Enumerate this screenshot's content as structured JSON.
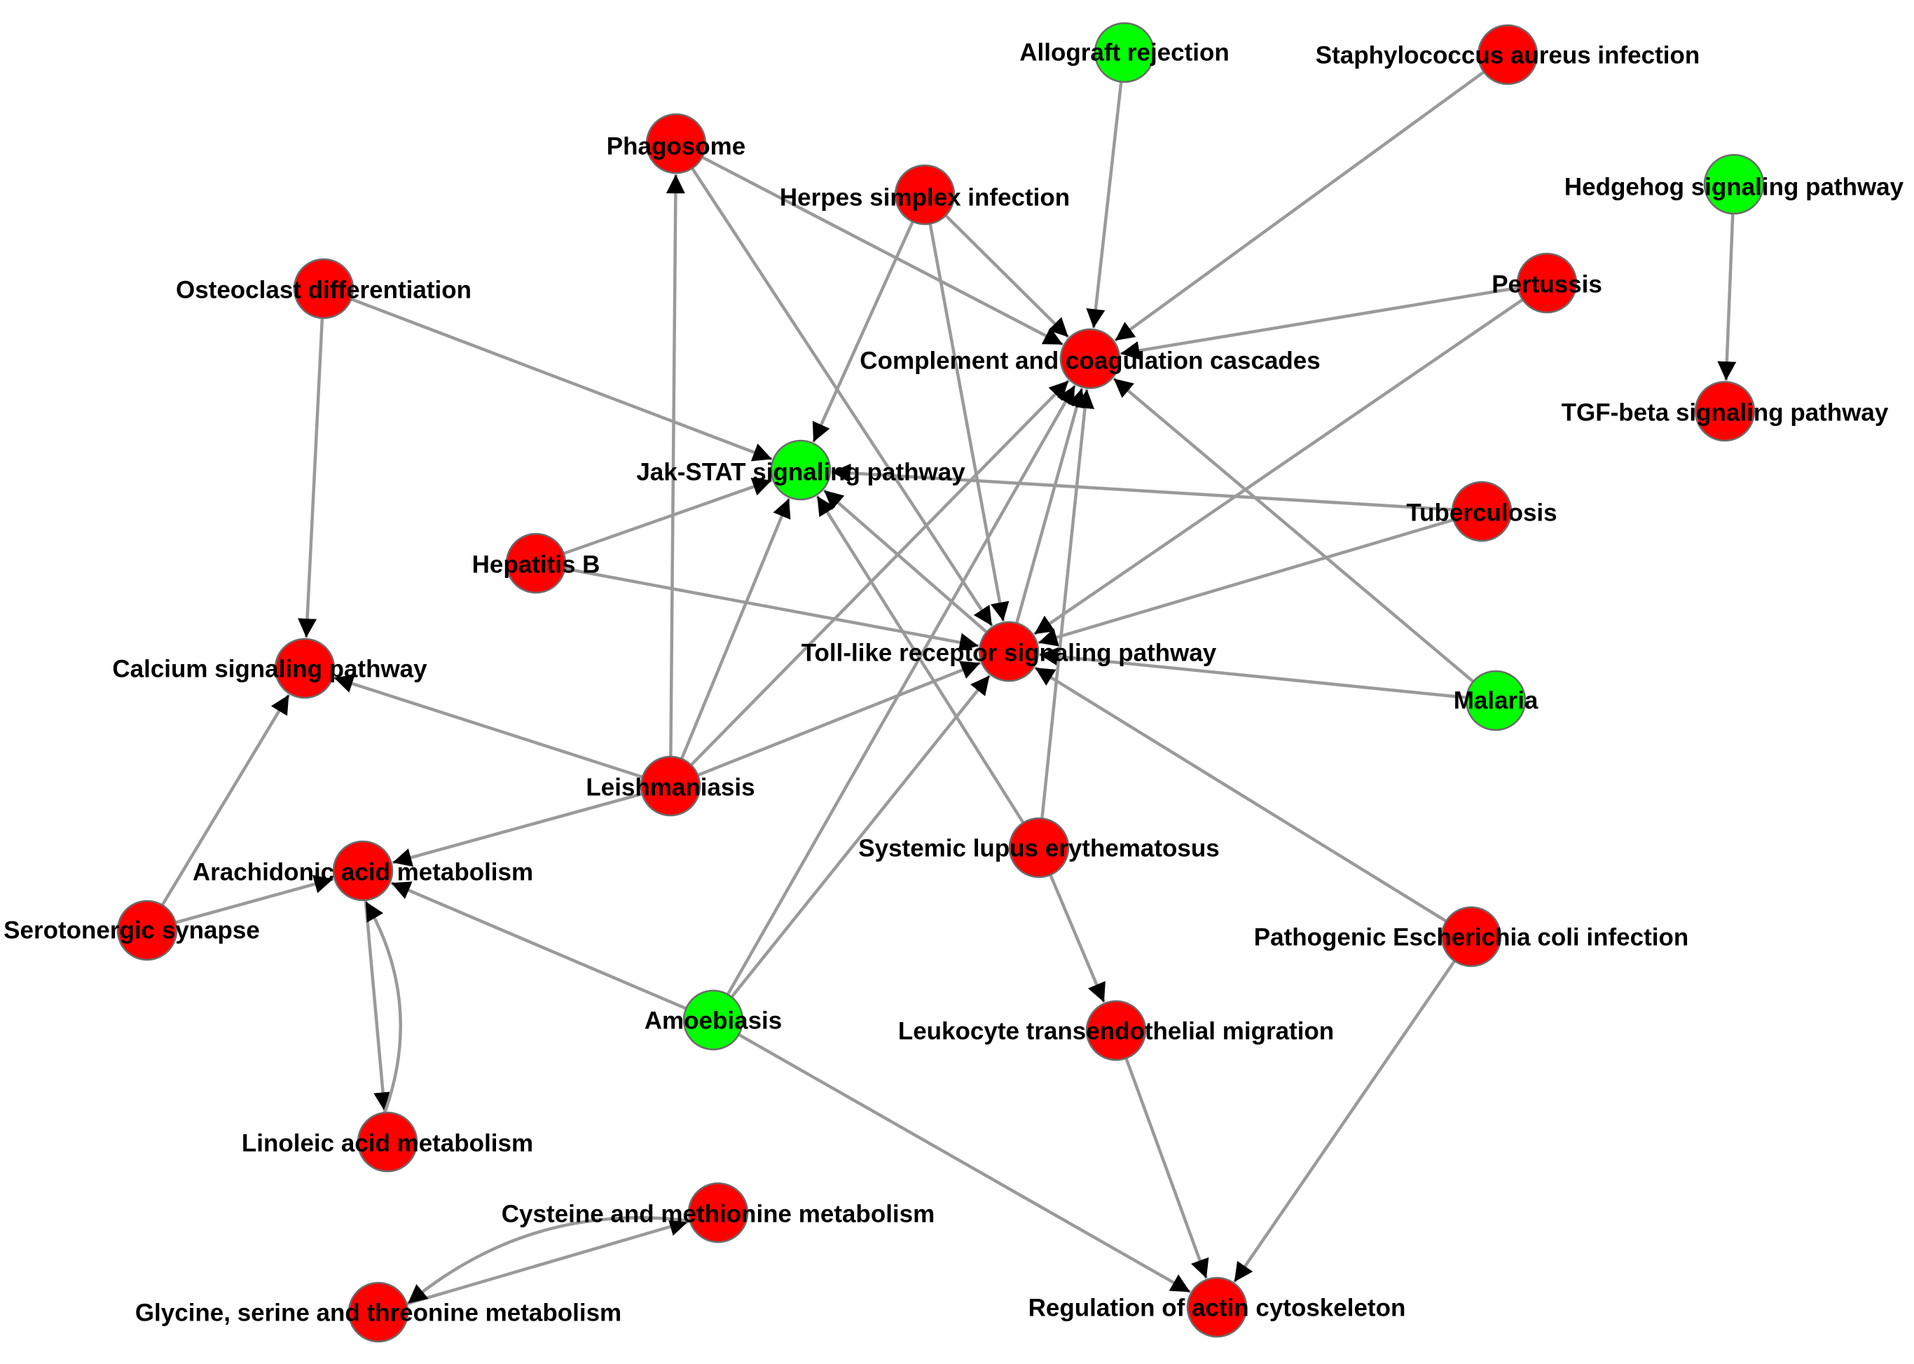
{
  "colors": {
    "up": "#ff0000",
    "down": "#00ff00",
    "edge": "#9a9a9a",
    "node_border": "#6b6b6b",
    "label": "#000000",
    "background": "#ffffff"
  },
  "nodes": [
    {
      "id": "allograft",
      "label": "Allograft rejection",
      "status": "down"
    },
    {
      "id": "staph",
      "label": "Staphylococcus aureus infection",
      "status": "up"
    },
    {
      "id": "phagosome",
      "label": "Phagosome",
      "status": "up"
    },
    {
      "id": "herpes",
      "label": "Herpes simplex infection",
      "status": "up"
    },
    {
      "id": "hedgehog",
      "label": "Hedgehog signaling pathway",
      "status": "down"
    },
    {
      "id": "osteoclast",
      "label": "Osteoclast differentiation",
      "status": "up"
    },
    {
      "id": "pertussis",
      "label": "Pertussis",
      "status": "up"
    },
    {
      "id": "complement",
      "label": "Complement and coagulation cascades",
      "status": "up"
    },
    {
      "id": "tgfbeta",
      "label": "TGF-beta signaling pathway",
      "status": "up"
    },
    {
      "id": "jakstat",
      "label": "Jak-STAT signaling pathway",
      "status": "down"
    },
    {
      "id": "tuberculosis",
      "label": "Tuberculosis",
      "status": "up"
    },
    {
      "id": "hepatitisb",
      "label": "Hepatitis B",
      "status": "up"
    },
    {
      "id": "tlr",
      "label": "Toll-like receptor signaling pathway",
      "status": "up"
    },
    {
      "id": "calcium",
      "label": "Calcium signaling pathway",
      "status": "up"
    },
    {
      "id": "malaria",
      "label": "Malaria",
      "status": "down"
    },
    {
      "id": "leishmaniasis",
      "label": "Leishmaniasis",
      "status": "up"
    },
    {
      "id": "sle",
      "label": "Systemic lupus erythematosus",
      "status": "up"
    },
    {
      "id": "arachidonic",
      "label": "Arachidonic acid metabolism",
      "status": "up"
    },
    {
      "id": "serotonergic",
      "label": "Serotonergic synapse",
      "status": "up"
    },
    {
      "id": "ecoli",
      "label": "Pathogenic Escherichia coli infection",
      "status": "up"
    },
    {
      "id": "amoebiasis",
      "label": "Amoebiasis",
      "status": "down"
    },
    {
      "id": "leukocyte",
      "label": "Leukocyte transendothelial migration",
      "status": "up"
    },
    {
      "id": "linoleic",
      "label": "Linoleic acid metabolism",
      "status": "up"
    },
    {
      "id": "cysteine",
      "label": "Cysteine and methionine metabolism",
      "status": "up"
    },
    {
      "id": "glycine",
      "label": "Glycine, serine and threonine metabolism",
      "status": "up"
    },
    {
      "id": "actin",
      "label": "Regulation of actin cytoskeleton",
      "status": "up"
    }
  ],
  "edges": [
    {
      "from": "allograft",
      "to": "complement"
    },
    {
      "from": "staph",
      "to": "complement"
    },
    {
      "from": "phagosome",
      "to": "complement"
    },
    {
      "from": "phagosome",
      "to": "tlr"
    },
    {
      "from": "herpes",
      "to": "complement"
    },
    {
      "from": "herpes",
      "to": "jakstat"
    },
    {
      "from": "herpes",
      "to": "tlr"
    },
    {
      "from": "hedgehog",
      "to": "tgfbeta"
    },
    {
      "from": "osteoclast",
      "to": "jakstat"
    },
    {
      "from": "osteoclast",
      "to": "calcium"
    },
    {
      "from": "pertussis",
      "to": "complement"
    },
    {
      "from": "pertussis",
      "to": "tlr"
    },
    {
      "from": "tuberculosis",
      "to": "jakstat"
    },
    {
      "from": "tuberculosis",
      "to": "tlr"
    },
    {
      "from": "hepatitisb",
      "to": "jakstat"
    },
    {
      "from": "hepatitisb",
      "to": "tlr"
    },
    {
      "from": "tlr",
      "to": "jakstat"
    },
    {
      "from": "tlr",
      "to": "complement"
    },
    {
      "from": "malaria",
      "to": "complement"
    },
    {
      "from": "malaria",
      "to": "tlr"
    },
    {
      "from": "leishmaniasis",
      "to": "phagosome"
    },
    {
      "from": "leishmaniasis",
      "to": "jakstat"
    },
    {
      "from": "leishmaniasis",
      "to": "complement"
    },
    {
      "from": "leishmaniasis",
      "to": "tlr"
    },
    {
      "from": "leishmaniasis",
      "to": "calcium"
    },
    {
      "from": "leishmaniasis",
      "to": "arachidonic"
    },
    {
      "from": "sle",
      "to": "jakstat"
    },
    {
      "from": "sle",
      "to": "complement"
    },
    {
      "from": "sle",
      "to": "leukocyte"
    },
    {
      "from": "ecoli",
      "to": "tlr"
    },
    {
      "from": "ecoli",
      "to": "actin"
    },
    {
      "from": "amoebiasis",
      "to": "complement"
    },
    {
      "from": "amoebiasis",
      "to": "tlr"
    },
    {
      "from": "amoebiasis",
      "to": "arachidonic"
    },
    {
      "from": "amoebiasis",
      "to": "actin"
    },
    {
      "from": "serotonergic",
      "to": "calcium"
    },
    {
      "from": "serotonergic",
      "to": "arachidonic"
    },
    {
      "from": "arachidonic",
      "to": "linoleic"
    },
    {
      "from": "linoleic",
      "to": "arachidonic",
      "curved": true
    },
    {
      "from": "leukocyte",
      "to": "actin"
    },
    {
      "from": "glycine",
      "to": "cysteine"
    },
    {
      "from": "cysteine",
      "to": "glycine",
      "curved": true
    }
  ]
}
